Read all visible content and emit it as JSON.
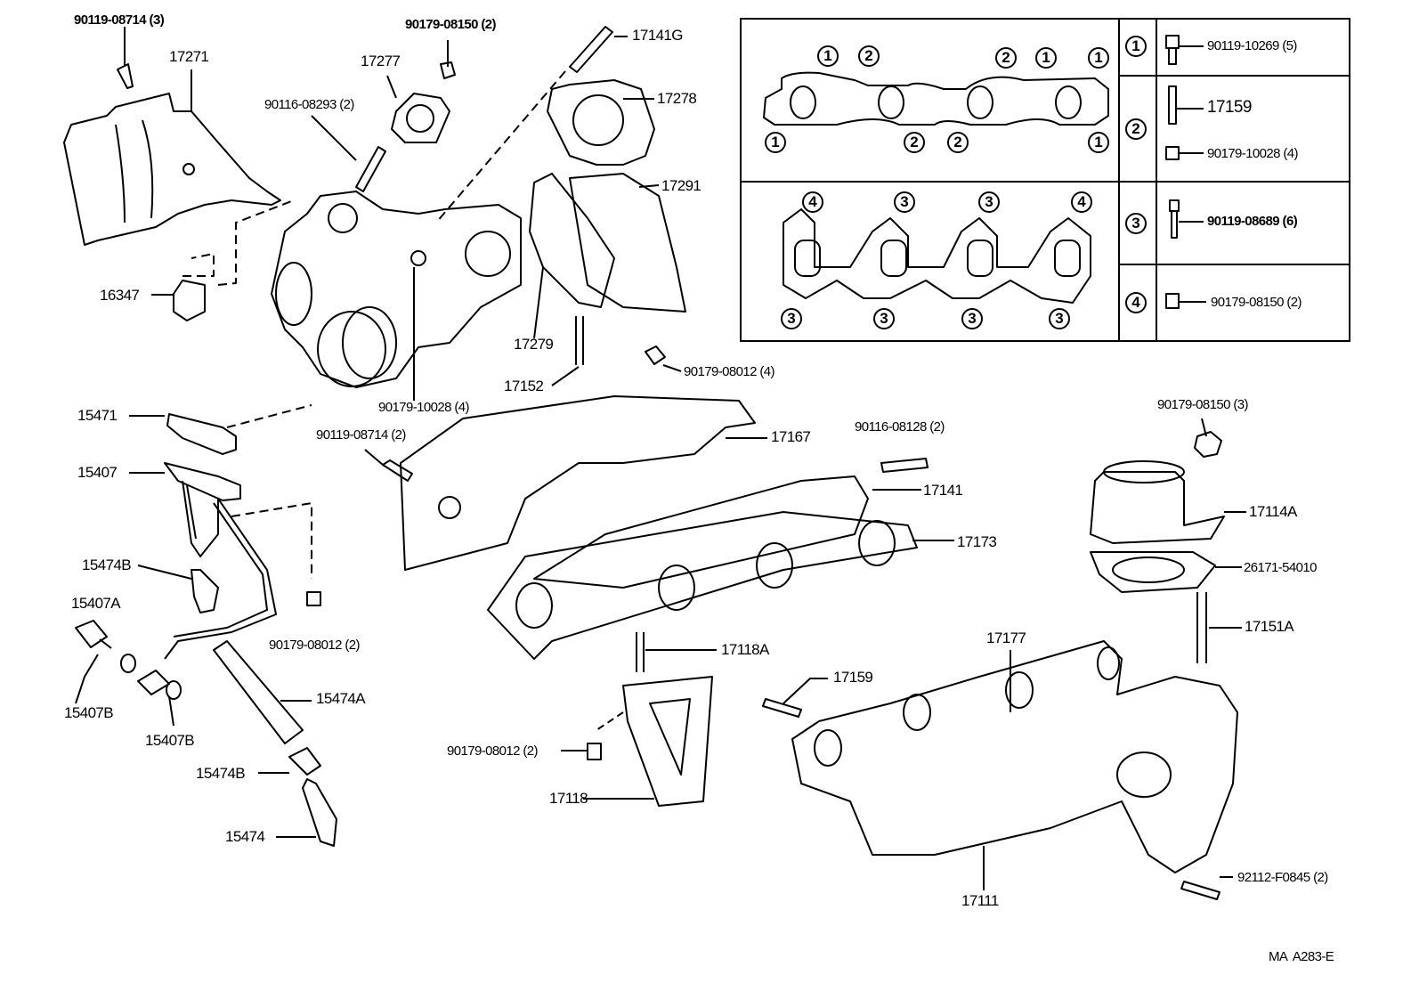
{
  "diagram_code": "MA  A283-E",
  "labels": [
    "90119-08714 (3)",
    "17271",
    "90179-08150 (2)",
    "17277",
    "90116-08293 (2)",
    "17141G",
    "17278",
    "17291",
    "16347",
    "17279",
    "17152",
    "90179-10028 (4)",
    "90179-08012 (4)",
    "15471",
    "15407",
    "90119-08714 (2)",
    "17167",
    "90116-08128 (2)",
    "17141",
    "17173",
    "15474B",
    "15407A",
    "90179-08012 (2)",
    "17118A",
    "15474A",
    "15407B",
    "15407B",
    "15474B",
    "90179-08012 (2)",
    "17118",
    "15474",
    "17159",
    "17177",
    "90179-08150 (3)",
    "17114A",
    "26171-54010",
    "17151A",
    "92112-F0845 (2)",
    "17111"
  ],
  "legend_table": {
    "upper_gasket_callouts": [
      "1",
      "2",
      "2",
      "1",
      "1",
      "1",
      "2",
      "2",
      "1"
    ],
    "lower_gasket_callouts": [
      "4",
      "3",
      "3",
      "4",
      "3",
      "3",
      "3",
      "3"
    ],
    "rows": [
      {
        "key": "1",
        "parts": [
          "90119-10269 (5)"
        ]
      },
      {
        "key": "2",
        "parts": [
          "17159",
          "90179-10028 (4)"
        ]
      },
      {
        "key": "3",
        "parts": [
          "90119-08689 (6)"
        ]
      },
      {
        "key": "4",
        "parts": [
          "90179-08150 (2)"
        ]
      }
    ]
  }
}
